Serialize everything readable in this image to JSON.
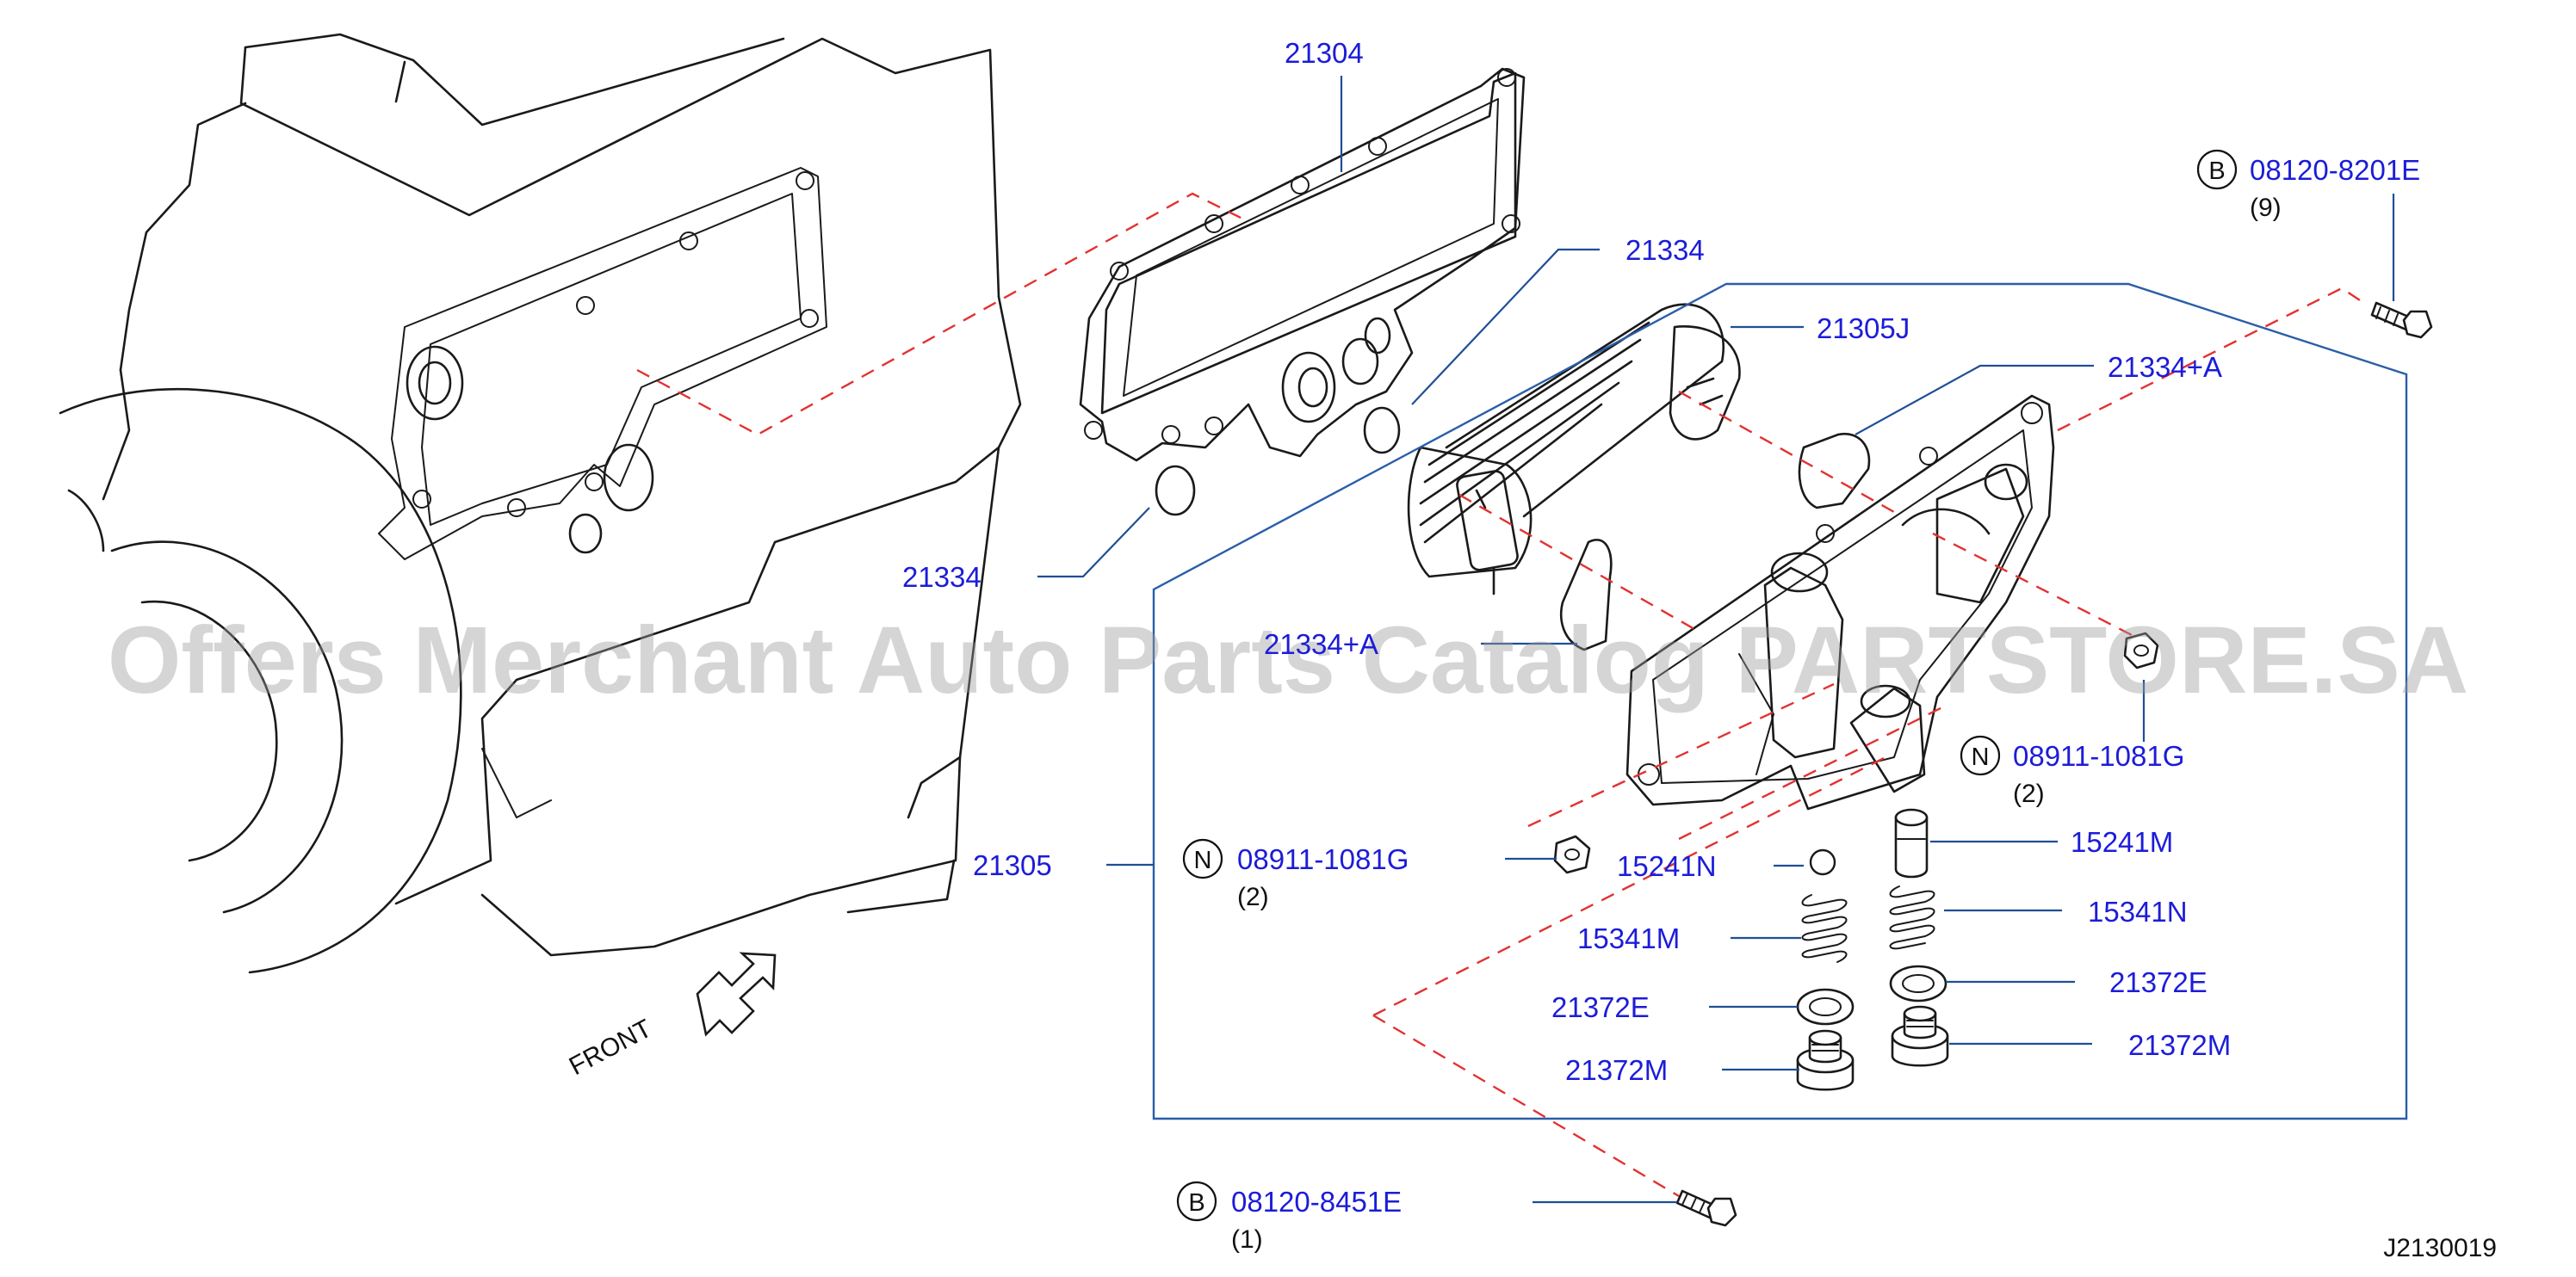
{
  "watermark": "Offers Merchant Auto Parts Catalog PARTSTORE.SA",
  "diagram_code": "J2130019",
  "front_label": "FRONT",
  "callouts": [
    {
      "id": "c1",
      "number": "21304"
    },
    {
      "id": "c2",
      "number": "21334"
    },
    {
      "id": "c3",
      "number": "21334"
    },
    {
      "id": "c4",
      "number": "21305J"
    },
    {
      "id": "c5",
      "number": "21334+A"
    },
    {
      "id": "c6",
      "number": "21334+A"
    },
    {
      "id": "c7",
      "badge": "B",
      "number": "08120-8201E",
      "qty": "(9)"
    },
    {
      "id": "c8",
      "badge": "N",
      "number": "08911-1081G",
      "qty": "(2)"
    },
    {
      "id": "c9",
      "badge": "N",
      "number": "08911-1081G",
      "qty": "(2)"
    },
    {
      "id": "c10",
      "number": "21305"
    },
    {
      "id": "c11",
      "number": "15241N"
    },
    {
      "id": "c12",
      "number": "15241M"
    },
    {
      "id": "c13",
      "number": "15341M"
    },
    {
      "id": "c14",
      "number": "15341N"
    },
    {
      "id": "c15",
      "number": "21372E"
    },
    {
      "id": "c16",
      "number": "21372E"
    },
    {
      "id": "c17",
      "number": "21372M"
    },
    {
      "id": "c18",
      "number": "21372M"
    },
    {
      "id": "c19",
      "badge": "B",
      "number": "08120-8451E",
      "qty": "(1)"
    }
  ],
  "colors": {
    "part_number_text": "#1c1cd8",
    "leader_line": "#1f4e96",
    "exploded_axis": "#e23232",
    "line_art": "#1a1a1a",
    "watermark": "#9a9a9a"
  }
}
